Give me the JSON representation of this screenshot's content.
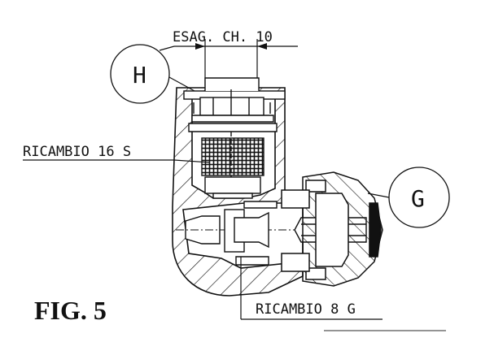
{
  "labels": {
    "hex_key": "ESAG. CH. 10",
    "callout_h": "H",
    "callout_g": "G",
    "spare_16s": "RICAMBIO 16 S",
    "spare_8g": "RICAMBIO 8 G",
    "figure": "FIG. 5"
  },
  "colors": {
    "ink": "#111111",
    "paper": "#ffffff"
  }
}
